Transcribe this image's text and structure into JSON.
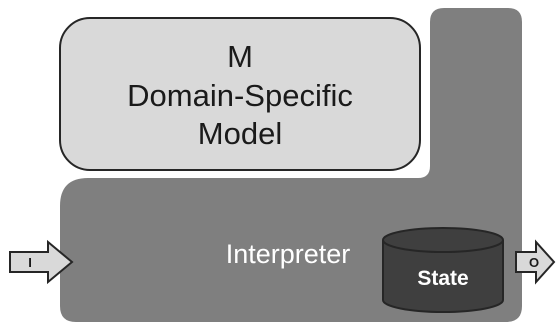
{
  "model": {
    "line1": "M",
    "line2": "Domain-Specific",
    "line3": "Model"
  },
  "interpreter": {
    "label": "Interpreter"
  },
  "state": {
    "label": "State"
  },
  "input": {
    "label": "I"
  },
  "output": {
    "label": "O"
  },
  "colors": {
    "model_fill": "#d9d9d9",
    "interpreter_fill": "#7f7f7f",
    "state_fill": "#3f3f3f",
    "arrow_fill": "#d9d9d9",
    "outline": "#262626"
  }
}
